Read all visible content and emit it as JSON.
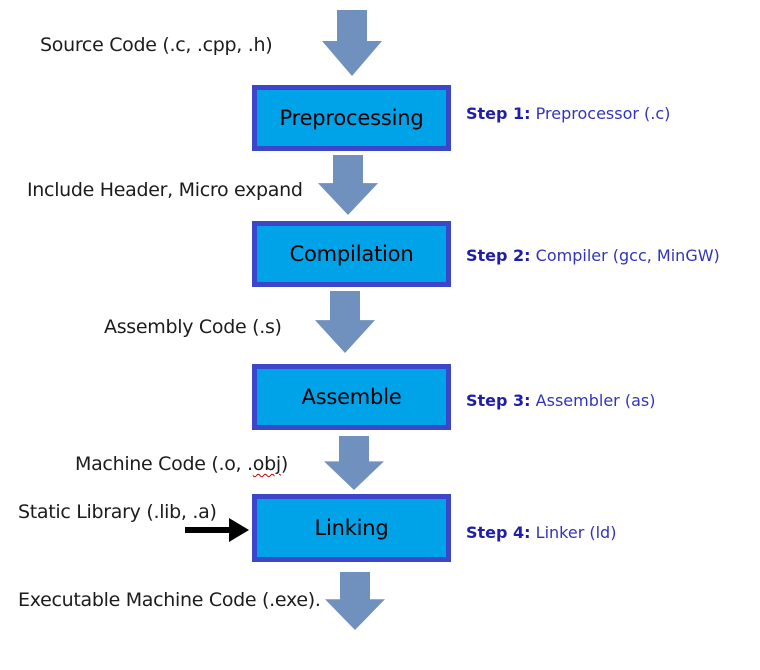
{
  "colors": {
    "box_fill": "#00A2E8",
    "box_border": "#3D45CA",
    "flow_arrow": "#7090BE",
    "step_bold": "#1E1EA8",
    "step_text": "#3333BB",
    "label_text": "#1C1C1C",
    "black_arrow": "#000000",
    "squiggle": "#C00000"
  },
  "stages": [
    {
      "input_label": "Source Code (.c, .cpp, .h)",
      "box_label": "Preprocessing",
      "step_title": "Step 1:",
      "step_detail": " Preprocessor (.c)"
    },
    {
      "input_label": "Include Header, Micro expand",
      "box_label": "Compilation",
      "step_title": "Step 2:",
      "step_detail": " Compiler (gcc, MinGW)"
    },
    {
      "input_label": "Assembly Code (.s)",
      "box_label": "Assemble",
      "step_title": "Step 3:",
      "step_detail": " Assembler (as)"
    },
    {
      "input_label_pre": "Machine Code (.o, .",
      "input_label_misspelled": "obj",
      "input_label_post": ")",
      "side_input_label": "Static Library (.lib, .a)",
      "box_label": "Linking",
      "step_title": "Step 4:",
      "step_detail": " Linker (ld)"
    }
  ],
  "output_label": "Executable Machine Code (.exe)."
}
